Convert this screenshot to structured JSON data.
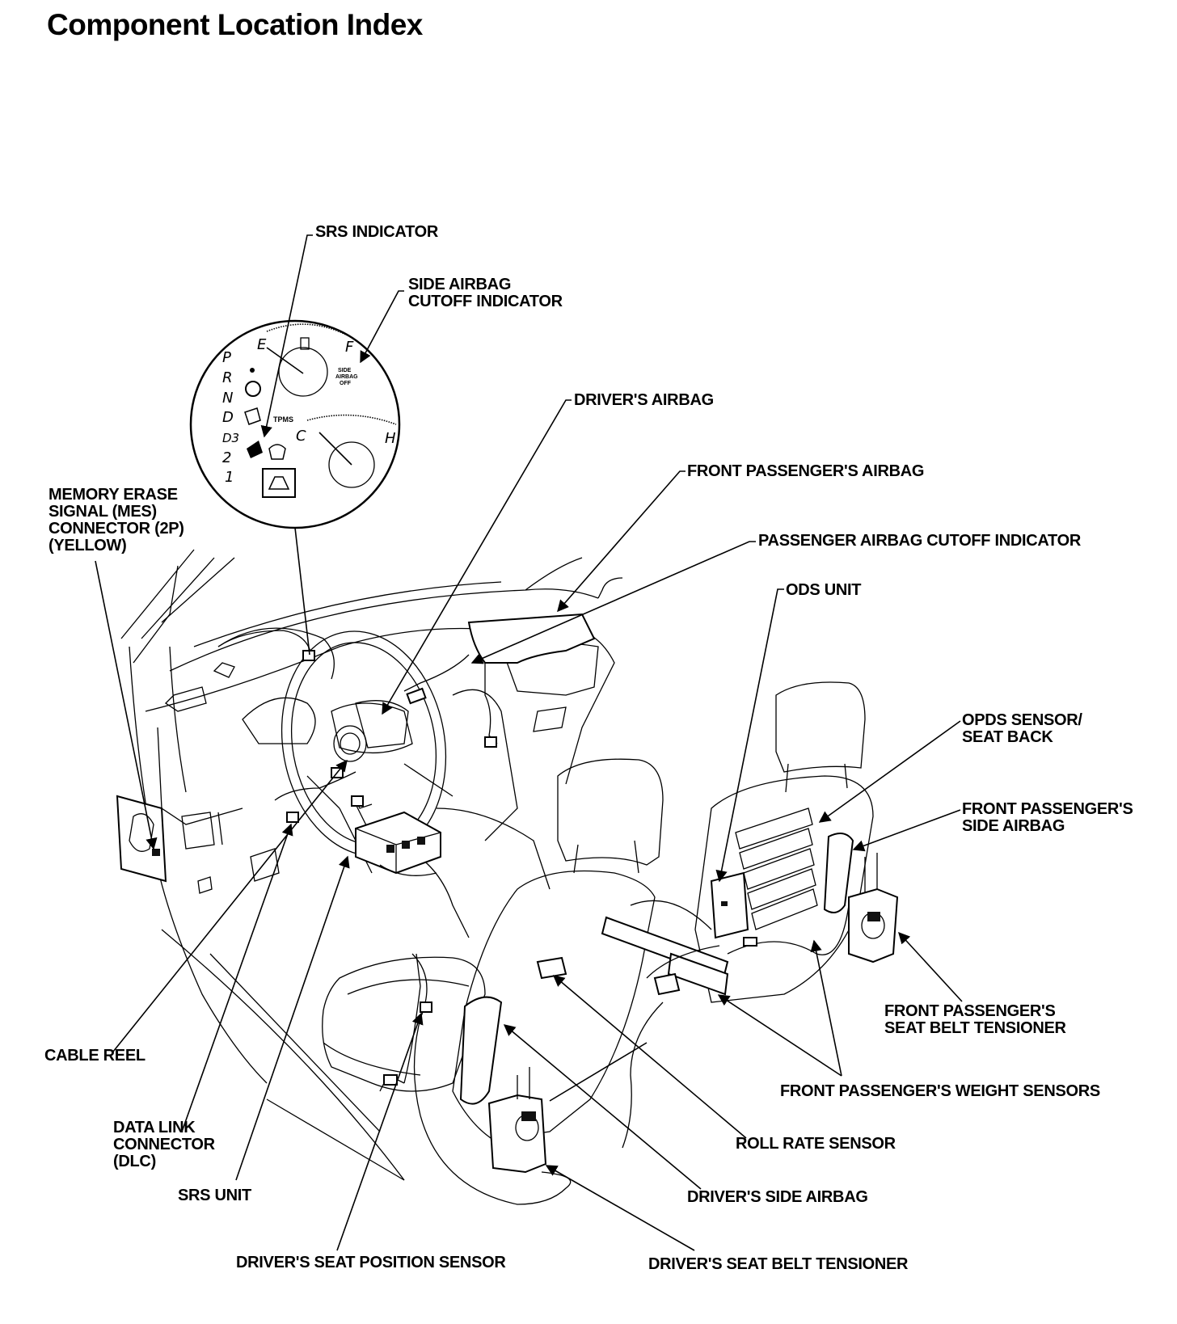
{
  "title": "Component Location Index",
  "labels": {
    "srs_indicator": "SRS INDICATOR",
    "side_airbag_cutoff_indicator": [
      "SIDE AIRBAG",
      "CUTOFF INDICATOR"
    ],
    "drivers_airbag": "DRIVER'S AIRBAG",
    "front_passengers_airbag": "FRONT PASSENGER'S AIRBAG",
    "passenger_airbag_cutoff_indicator": "PASSENGER AIRBAG CUTOFF INDICATOR",
    "ods_unit": "ODS UNIT",
    "opds_sensor": [
      "OPDS SENSOR/",
      "SEAT BACK"
    ],
    "front_passengers_side_airbag": [
      "FRONT PASSENGER'S",
      "SIDE AIRBAG"
    ],
    "mes_connector": [
      "MEMORY ERASE",
      "SIGNAL (MES)",
      "CONNECTOR (2P)",
      "(YELLOW)"
    ],
    "front_passengers_seat_belt_tensioner": [
      "FRONT PASSENGER'S",
      "SEAT BELT TENSIONER"
    ],
    "front_passengers_weight_sensors": "FRONT PASSENGER'S WEIGHT SENSORS",
    "cable_reel": "CABLE REEL",
    "data_link_connector": [
      "DATA LINK",
      "CONNECTOR",
      "(DLC)"
    ],
    "roll_rate_sensor": "ROLL RATE SENSOR",
    "srs_unit": "SRS UNIT",
    "drivers_side_airbag": "DRIVER'S SIDE AIRBAG",
    "drivers_seat_position_sensor": "DRIVER'S SEAT POSITION SENSOR",
    "drivers_seat_belt_tensioner": "DRIVER'S SEAT BELT TENSIONER"
  },
  "gauge": {
    "gear_positions": [
      "P",
      "R",
      "N",
      "D",
      "D3",
      "2",
      "1"
    ],
    "fuel_empty": "E",
    "fuel_full": "F",
    "temp_cold": "C",
    "temp_hot": "H",
    "tpms": "TPMS",
    "side_airbag_off_lines": [
      "SIDE",
      "AIRBAG",
      "OFF"
    ]
  }
}
